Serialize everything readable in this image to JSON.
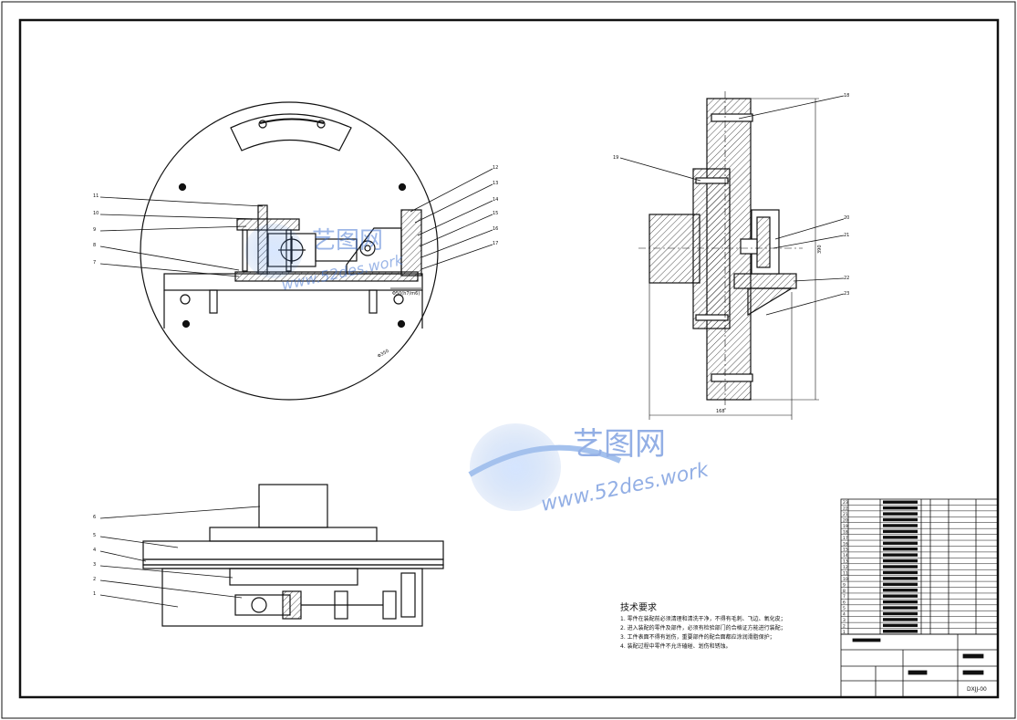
{
  "title_block": {
    "drawing_no": "DXJJ-00"
  },
  "technical_requirements": {
    "heading": "技术要求",
    "items": [
      "1. 零件在装配前必须清理和清洗干净，不得有毛刺、飞边、氧化皮；",
      "2. 进入装配的零件及部件，必须有检验部门的合格证方能进行装配；",
      "3. 工件表面不得有划伤，重要部件的配合面都应涂润滑脂保护；",
      "4. 装配过程中零件不允许磕碰、划伤和锈蚀。"
    ]
  },
  "watermark": {
    "brand": "艺图网",
    "url": "www.52des.work"
  },
  "balloons_top_left": [
    "12",
    "13",
    "14",
    "15",
    "16",
    "17",
    "11",
    "10",
    "9",
    "8",
    "7"
  ],
  "balloons_bottom_left": [
    "6",
    "5",
    "4",
    "3",
    "2",
    "1"
  ],
  "balloons_right": [
    "18",
    "19",
    "20",
    "21",
    "22",
    "23"
  ],
  "parts_list_rows": [
    "23",
    "22",
    "21",
    "20",
    "19",
    "18",
    "17",
    "16",
    "15",
    "14",
    "13",
    "12",
    "11",
    "10",
    "9",
    "8",
    "7",
    "6",
    "5",
    "4",
    "3",
    "2",
    "1"
  ],
  "dimensions": {
    "bottom_width": "168",
    "height": "390",
    "diameter": "Φ350"
  },
  "colors": {
    "line": "#111111",
    "watermark": "#3b6fd0",
    "hatch": "#222222"
  }
}
